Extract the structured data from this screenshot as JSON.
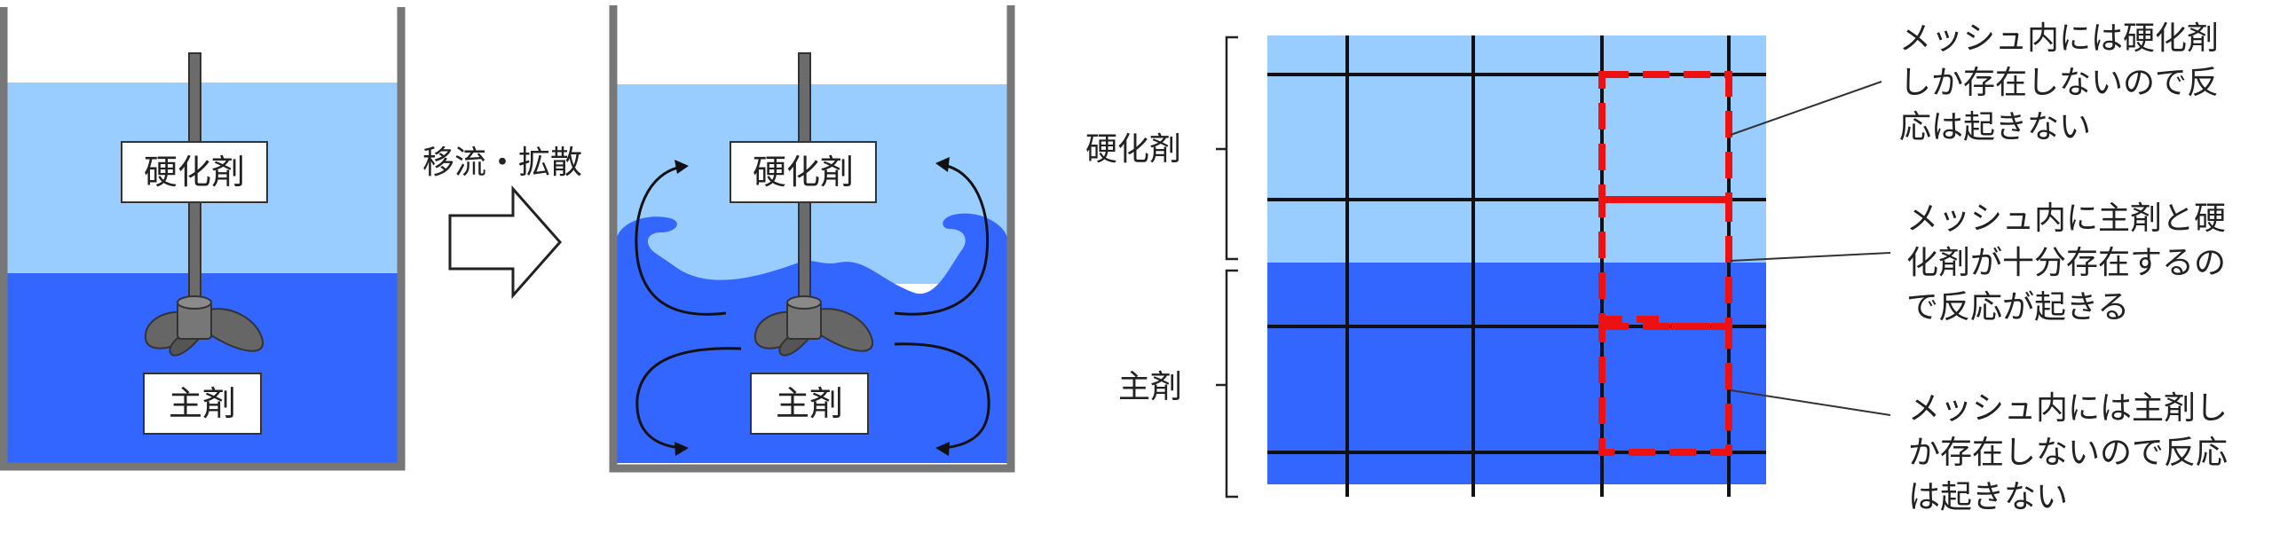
{
  "tank1": {
    "upper_label": "硬化剤",
    "lower_label": "主剤"
  },
  "transition": {
    "label": "移流・拡散"
  },
  "tank2": {
    "upper_label": "硬化剤",
    "lower_label": "主剤"
  },
  "grid": {
    "upper_label": "硬化剤",
    "lower_label": "主剤"
  },
  "notes": {
    "top": [
      "メッシュ内には硬化剤",
      "しか存在しないので反",
      "応は起きない"
    ],
    "middle": [
      "メッシュ内に主剤と硬",
      "化剤が十分存在するの",
      "で反応が起きる"
    ],
    "bottom": [
      "メッシュ内には主剤し",
      "か存在しないので反応",
      "は起きない"
    ]
  },
  "colors": {
    "hardener": "#99ccff",
    "main_agent": "#3366ff",
    "tank_wall": "#777777",
    "impeller": "#666666",
    "mesh_line": "#111111",
    "highlight": "#ff0000"
  }
}
